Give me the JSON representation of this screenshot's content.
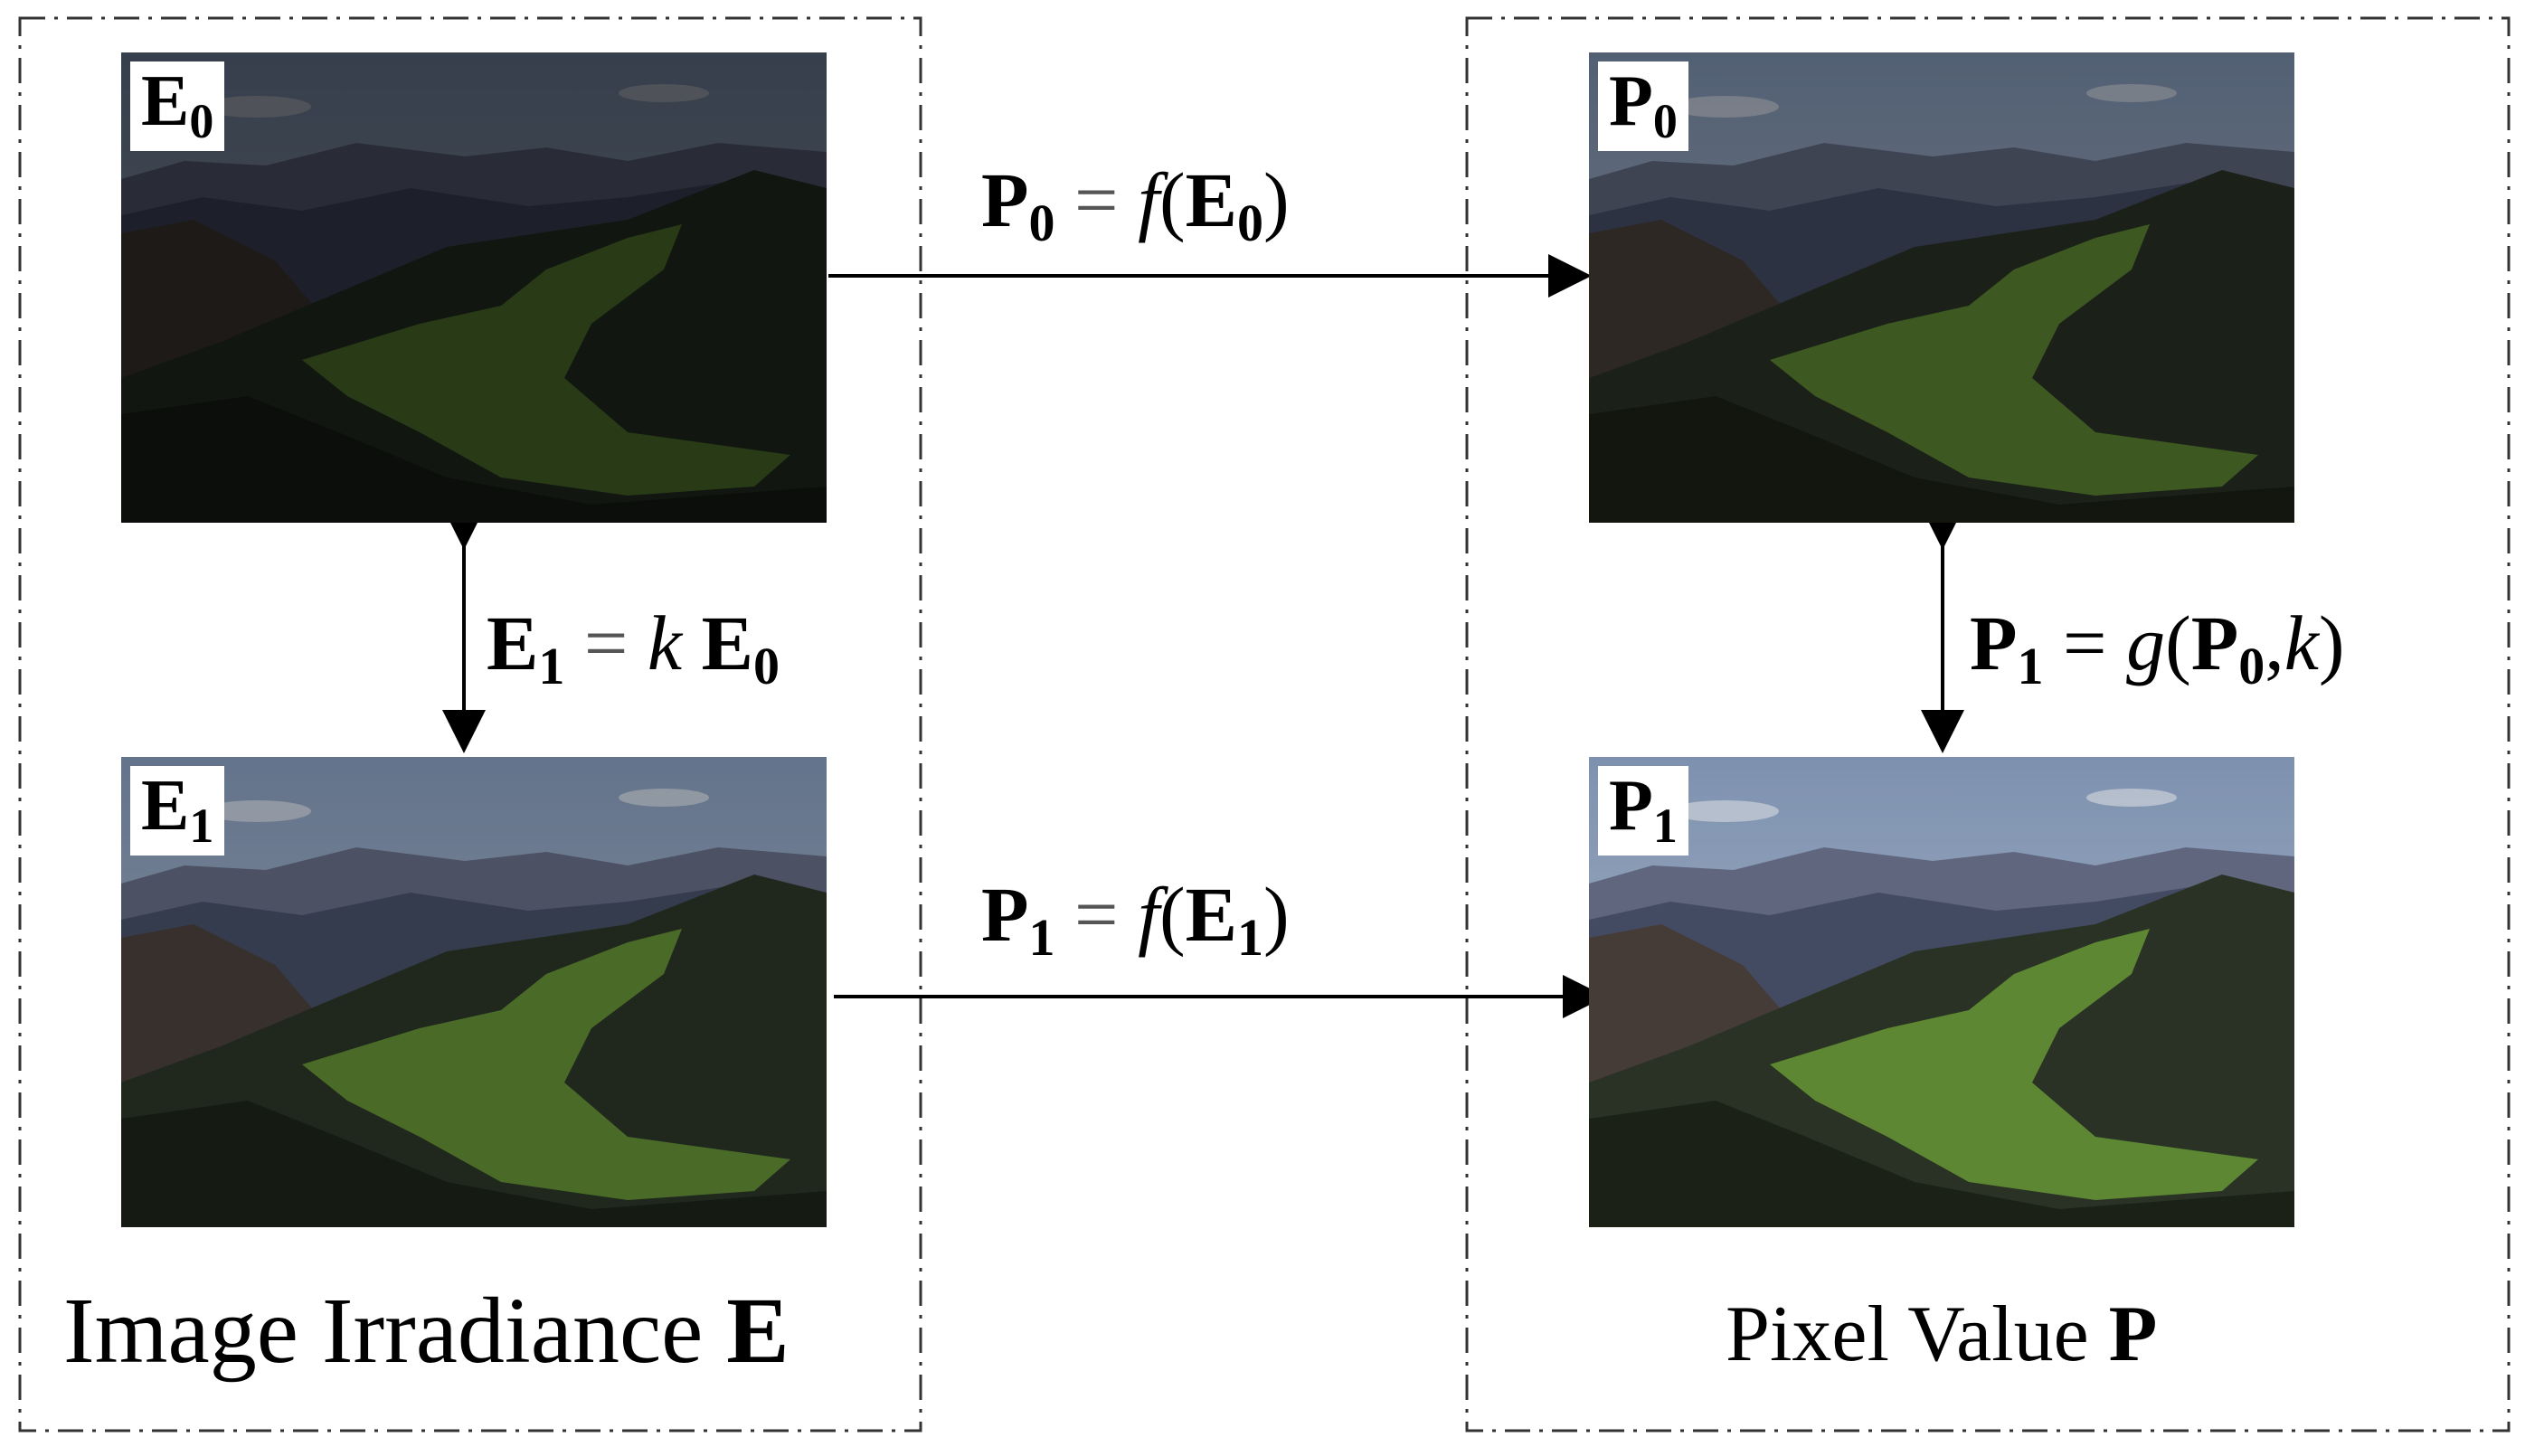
{
  "left_panel": {
    "caption_text": "Image Irradiance ",
    "caption_symbol": "E"
  },
  "right_panel": {
    "caption_text": "Pixel Value ",
    "caption_symbol": "P"
  },
  "images": {
    "e0": {
      "letter": "E",
      "sub": "0"
    },
    "e1": {
      "letter": "E",
      "sub": "1"
    },
    "p0": {
      "letter": "P",
      "sub": "0"
    },
    "p1": {
      "letter": "P",
      "sub": "1"
    }
  },
  "equations": {
    "top": {
      "lhs": "P",
      "lhs_sub": "0",
      "eq": "=",
      "fn": "f",
      "open": "(",
      "arg": "E",
      "arg_sub": "0",
      "close": ")"
    },
    "bottom": {
      "lhs": "P",
      "lhs_sub": "1",
      "eq": "=",
      "fn": "f",
      "open": "(",
      "arg": "E",
      "arg_sub": "1",
      "close": ")"
    },
    "left_vertical": {
      "lhs": "E",
      "lhs_sub": "1",
      "eq": "=",
      "k": "k",
      "rhs": "E",
      "rhs_sub": "0"
    },
    "right_vertical": {
      "lhs": "P",
      "lhs_sub": "1",
      "eq": "=",
      "fn": "g",
      "open": "(",
      "arg": "P",
      "arg_sub": "0",
      "comma": ",",
      "k": "k",
      "close": ")"
    }
  }
}
